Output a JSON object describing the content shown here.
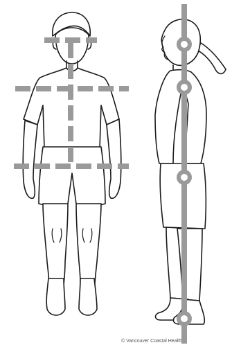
{
  "credit": "© Vancouver Coastal Health",
  "colors": {
    "guide": "#9a9a9a",
    "outline": "#1a1a1a",
    "background": "#ffffff"
  },
  "icons": [
    "front-view-figure",
    "side-view-figure",
    "plumb-line",
    "alignment-guide-lines",
    "alignment-joint-markers"
  ]
}
